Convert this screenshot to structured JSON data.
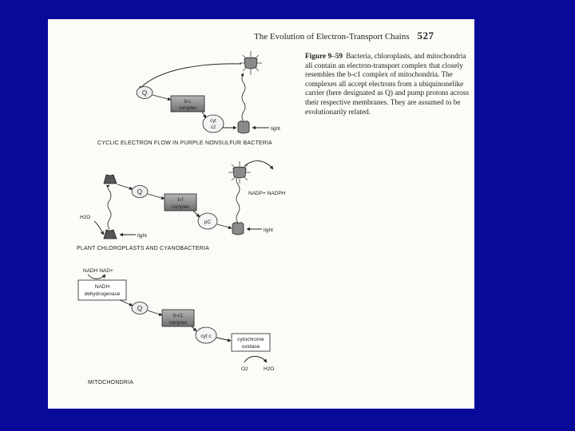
{
  "header": {
    "title": "The Evolution of Electron-Transport Chains",
    "page_number": "527"
  },
  "caption": {
    "figure_label": "Figure 9–59",
    "text": "Bacteria, chloroplasts, and mitochondria all contain an electron-transport complex that closely resembles the b-c1 complex of mitochondria. The complexes all accept electrons from a ubiquinonelike carrier (here designated as Q) and pump protons across their respective membranes. They are assumed to be evolutionarily related."
  },
  "panel1": {
    "section_label": "CYCLIC ELECTRON FLOW IN PURPLE NONSULFUR BACTERIA",
    "q_label": "Q",
    "complex_label_line1": "b-c",
    "complex_label_line2": "complex",
    "carrier_line1": "cyt",
    "carrier_line2": "c2",
    "light_label": "light"
  },
  "panel2": {
    "section_label": "PLANT CHLOROPLASTS AND CYANOBACTERIA",
    "q_label": "Q",
    "complex_label_line1": "b-f",
    "complex_label_line2": "complex",
    "carrier_label": "pC",
    "water_label": "H2O",
    "light_label_1": "light",
    "light_label_2": "light",
    "nadp_label": "NADP+  NADPH"
  },
  "panel3": {
    "section_label": "MITOCHONDRIA",
    "nadh_label": "NADH NAD+",
    "dehydrogenase_line1": "NADH",
    "dehydrogenase_line2": "dehydrogenase",
    "q_label": "Q",
    "complex_label_line1": "b-c1",
    "complex_label_line2": "complex",
    "carrier_label": "cyt c",
    "oxidase_line1": "cytochrome",
    "oxidase_line2": "oxidase",
    "o2_label": "O2",
    "water_label": "H2O"
  }
}
